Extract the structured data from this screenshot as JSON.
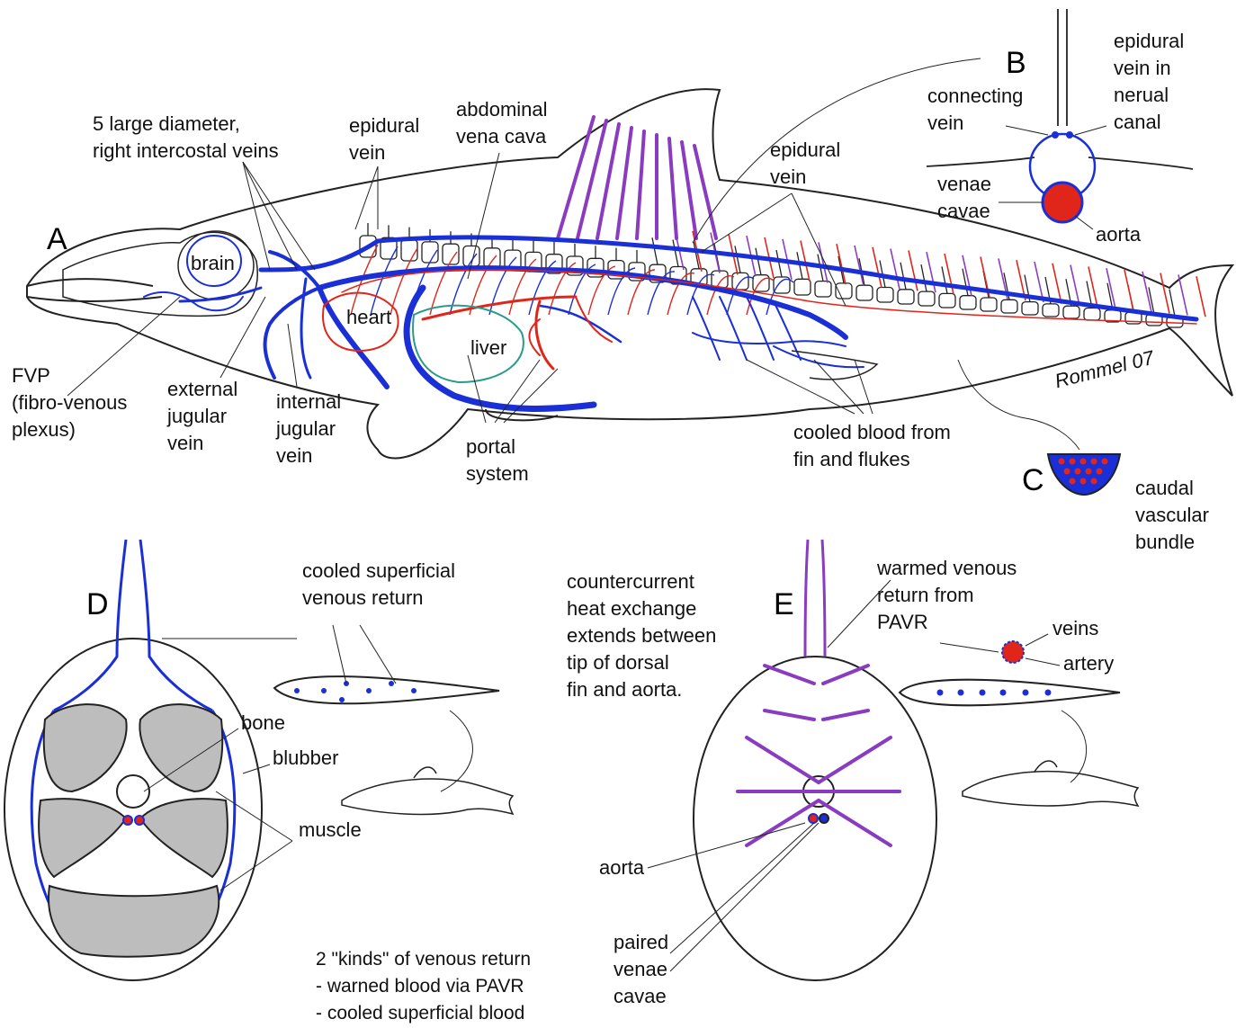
{
  "panels": [
    "A",
    "B",
    "C",
    "D",
    "E"
  ],
  "labels": {
    "intercostal": [
      "5 large diameter,",
      "right intercostal veins"
    ],
    "epidural_a": [
      "epidural",
      "vein"
    ],
    "abdominal_vc": [
      "abdominal",
      "vena cava"
    ],
    "epidural_b": [
      "epidural",
      "vein"
    ],
    "brain": "brain",
    "heart": "heart",
    "liver": "liver",
    "fvp": [
      "FVP",
      "(fibro-venous",
      "plexus)"
    ],
    "ext_jugular": [
      "external",
      "jugular",
      "vein"
    ],
    "int_jugular": [
      "internal",
      "jugular",
      "vein"
    ],
    "portal": [
      "portal",
      "system"
    ],
    "cooled_blood": [
      "cooled blood from",
      "fin and flukes"
    ],
    "signature": "Rommel 07",
    "b_connecting": [
      "connecting",
      "vein"
    ],
    "b_epidural": [
      "epidural",
      "vein in",
      "nerual",
      "canal"
    ],
    "b_venae": [
      "venae",
      "cavae"
    ],
    "b_aorta": "aorta",
    "c_caudal": [
      "caudal",
      "vascular",
      "bundle"
    ],
    "d_cooled": [
      "cooled superficial",
      "venous return"
    ],
    "d_bone": "bone",
    "d_blubber": "blubber",
    "d_muscle": "muscle",
    "kinds": [
      "2 \"kinds\" of venous return",
      "- warned blood via PAVR",
      "- cooled superficial blood"
    ],
    "countercurrent": [
      "countercurrent",
      "heat exchange",
      "extends between",
      "tip of dorsal",
      "fin and aorta."
    ],
    "e_warmed": [
      "warmed venous",
      "return from",
      "PAVR"
    ],
    "e_veins": "veins",
    "e_artery": "artery",
    "e_aorta": "aorta",
    "e_paired": [
      "paired",
      "venae",
      "cavae"
    ]
  },
  "colors": {
    "vein": "#1a2fd6",
    "artery": "#e0261b",
    "mixed": "#8a3cc0",
    "outline": "#222222",
    "muscle": "#bdbdbd"
  }
}
